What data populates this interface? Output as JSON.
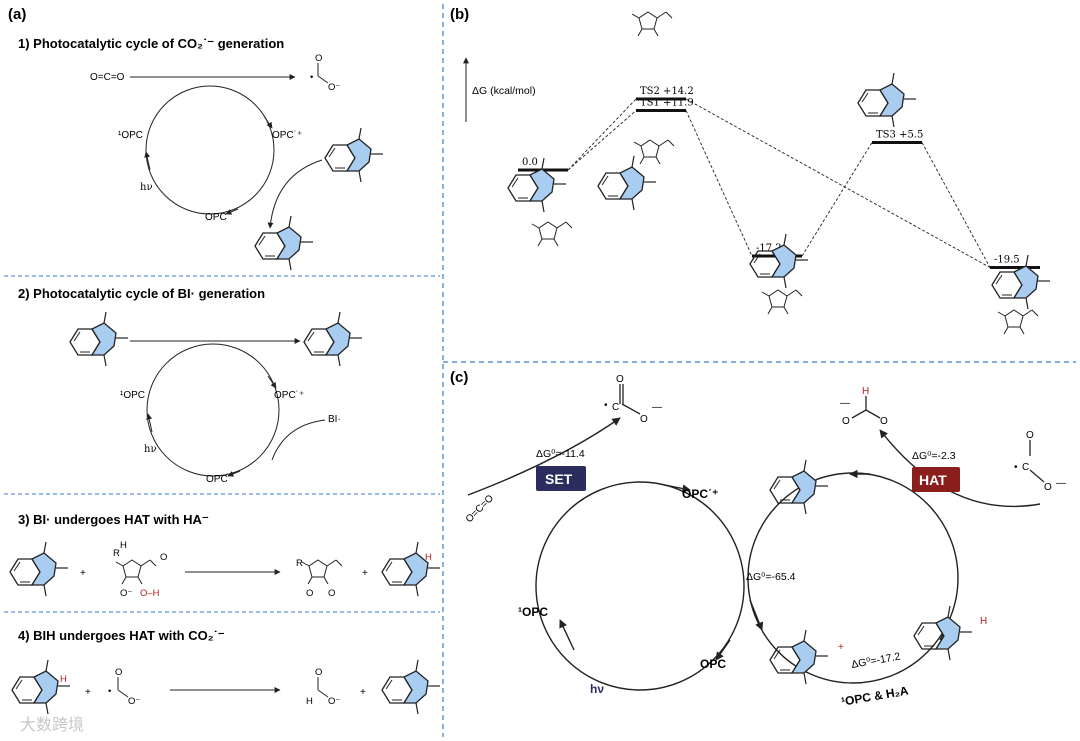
{
  "panels": {
    "a": "(a)",
    "b": "(b)",
    "c": "(c)"
  },
  "panel_a": {
    "s1": "1) Photocatalytic cycle of CO₂˙⁻ generation",
    "s2": "2) Photocatalytic cycle of BI· generation",
    "s3": "3) BI· undergoes HAT with HA⁻",
    "s4": "4) BIH undergoes HAT with CO₂˙⁻",
    "co2": "O=C=O",
    "opc_excited": "¹OPC",
    "opc_radical": "OPC˙⁺",
    "opc": "OPC",
    "hv": "hν",
    "bi": "BI·",
    "plus": "+",
    "r": "R",
    "h": "H",
    "o": "O",
    "oh": "O–H"
  },
  "panel_b": {
    "axis": "ΔG (kcal/mol)",
    "levels": [
      {
        "label": "0.0",
        "value": 0.0
      },
      {
        "label": "TS1 +11.9",
        "value": 11.9
      },
      {
        "label": "TS2 +14.2",
        "value": 14.2
      },
      {
        "label": "-17.2",
        "value": -17.2
      },
      {
        "label": "TS3 +5.5",
        "value": 5.5
      },
      {
        "label": "-19.5",
        "value": -19.5
      }
    ]
  },
  "panel_c": {
    "set_badge": "SET",
    "hat_badge": "HAT",
    "dg_set": "ΔG⁰=-11.4",
    "dg_hat": "ΔG⁰=-2.3",
    "dg_center": "ΔG⁰=-65.4",
    "dg_bottom": "ΔG⁰=-17.2",
    "opc_radical": "OPC˙⁺",
    "opc_excited": "¹OPC",
    "opc": "OPC",
    "hv": "hν",
    "reagents": "¹OPC & H₂A",
    "co2": "O=C=O",
    "h": "H",
    "plus": "+"
  },
  "colors": {
    "set_badge": "#2b2d5e",
    "hat_badge": "#8b1d1d",
    "ring_fill": "#a9cdf0",
    "divider": "#3a7bc8",
    "hydrogen": "#b02020"
  },
  "watermark": "大数跨境"
}
